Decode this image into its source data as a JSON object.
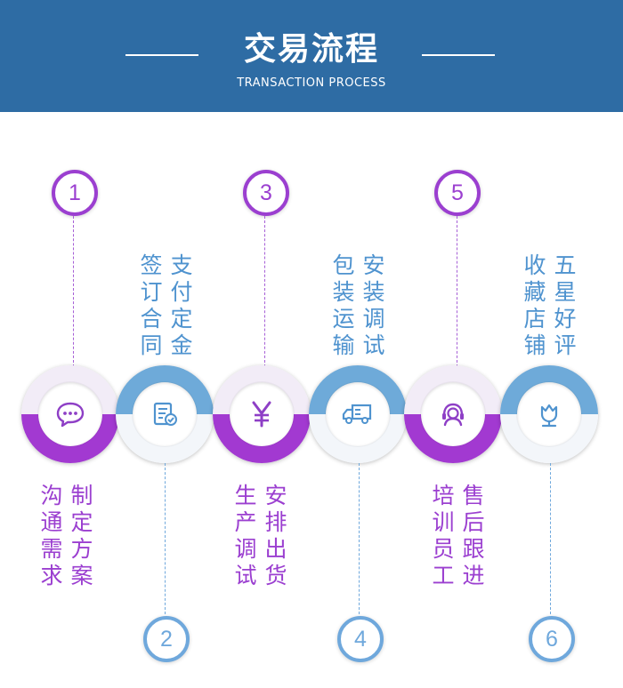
{
  "header": {
    "title": "交易流程",
    "subtitle": "TRANSACTION PROCESS"
  },
  "steps": [
    {
      "number": "1",
      "col1": "沟通需求",
      "col2": "制定方案",
      "icon": "chat-bubble-icon",
      "theme": "purple"
    },
    {
      "number": "2",
      "col1": "签订合同",
      "col2": "支付定金",
      "icon": "document-check-icon",
      "theme": "blue"
    },
    {
      "number": "3",
      "col1": "生产调试",
      "col2": "安排出货",
      "icon": "yen-icon",
      "theme": "purple"
    },
    {
      "number": "4",
      "col1": "包装运输",
      "col2": "安装调试",
      "icon": "delivery-truck-icon",
      "theme": "blue"
    },
    {
      "number": "5",
      "col1": "培训员工",
      "col2": "售后跟进",
      "icon": "headset-icon",
      "theme": "purple"
    },
    {
      "number": "6",
      "col1": "收藏店铺",
      "col2": "五星好评",
      "icon": "tulip-icon",
      "theme": "blue"
    }
  ],
  "colors": {
    "banner": "#2e6ca4",
    "purple": "#9b3fd0",
    "blue": "#6fa8dc"
  }
}
